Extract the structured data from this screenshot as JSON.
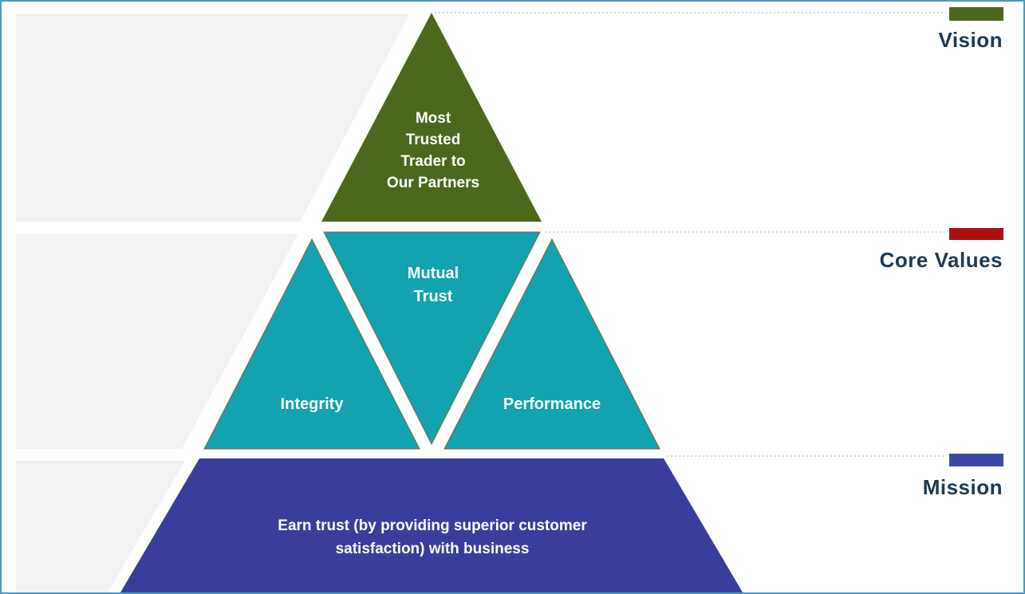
{
  "page": {
    "background": "#ffffff",
    "border_color": "#4b9ac0",
    "side_block_color": "#f2f2f2",
    "leader_line_color": "#9cc3da",
    "label_text_color": "#1e394f"
  },
  "diagram": {
    "vision": {
      "label": "Vision",
      "color": "#4c681c",
      "triangle_text": "Most\nTrusted\nTrader to\nOur Partners"
    },
    "core_values": {
      "label": "Core Values",
      "bar_color": "#ab1010",
      "triangle_color": "#13a2af",
      "integrity": "Integrity",
      "mutual_trust": "Mutual\nTrust",
      "performance": "Performance"
    },
    "mission": {
      "label": "Mission",
      "bar_color": "#3c49a5",
      "trapezoid_color": "#393d9b",
      "text": "Earn trust (by providing superior customer\nsatisfaction) with business"
    }
  }
}
